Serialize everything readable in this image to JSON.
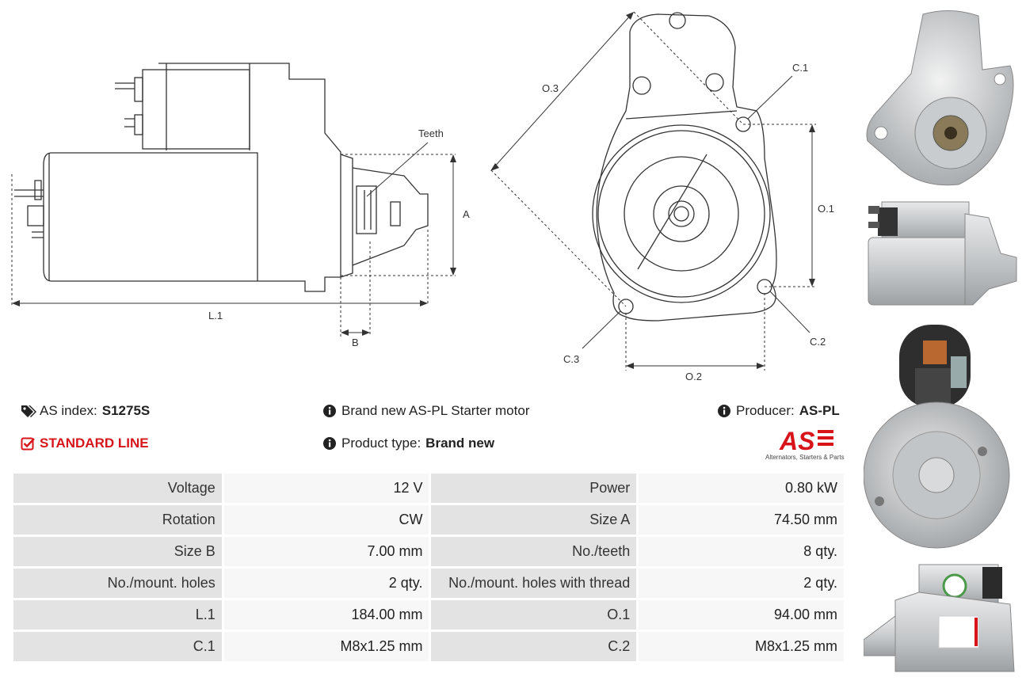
{
  "drawing_labels": {
    "teeth": "Teeth",
    "a": "A",
    "b": "B",
    "l1": "L.1",
    "o1": "O.1",
    "o2": "O.2",
    "o3": "O.3",
    "c1": "C.1",
    "c2": "C.2",
    "c3": "C.3"
  },
  "info": {
    "as_index_label": "AS index:",
    "as_index_value": "S1275S",
    "line_label": "STANDARD LINE",
    "description": "Brand new AS-PL Starter motor",
    "product_type_label": "Product type:",
    "product_type_value": "Brand new",
    "producer_label": "Producer:",
    "producer_value": "AS-PL",
    "logo_text": "AS",
    "logo_tagline": "Alternators, Starters & Parts"
  },
  "specs": [
    [
      {
        "label": "Voltage",
        "value": "12 V"
      },
      {
        "label": "Power",
        "value": "0.80 kW"
      }
    ],
    [
      {
        "label": "Rotation",
        "value": "CW"
      },
      {
        "label": "Size A",
        "value": "74.50 mm"
      }
    ],
    [
      {
        "label": "Size B",
        "value": "7.00 mm"
      },
      {
        "label": "No./teeth",
        "value": "8 qty."
      }
    ],
    [
      {
        "label": "No./mount. holes",
        "value": "2 qty."
      },
      {
        "label": "No./mount. holes with thread",
        "value": "2 qty."
      }
    ],
    [
      {
        "label": "L.1",
        "value": "184.00 mm"
      },
      {
        "label": "O.1",
        "value": "94.00 mm"
      }
    ],
    [
      {
        "label": "C.1",
        "value": "M8x1.25 mm"
      },
      {
        "label": "C.2",
        "value": "M8x1.25 mm"
      }
    ]
  ],
  "colors": {
    "accent_red": "#d8141b",
    "label_bg": "#e3e3e3",
    "value_bg": "#f7f7f7",
    "line": "#333333"
  },
  "icons": [
    "tags-icon",
    "check-square-icon",
    "info-circle-icon"
  ]
}
